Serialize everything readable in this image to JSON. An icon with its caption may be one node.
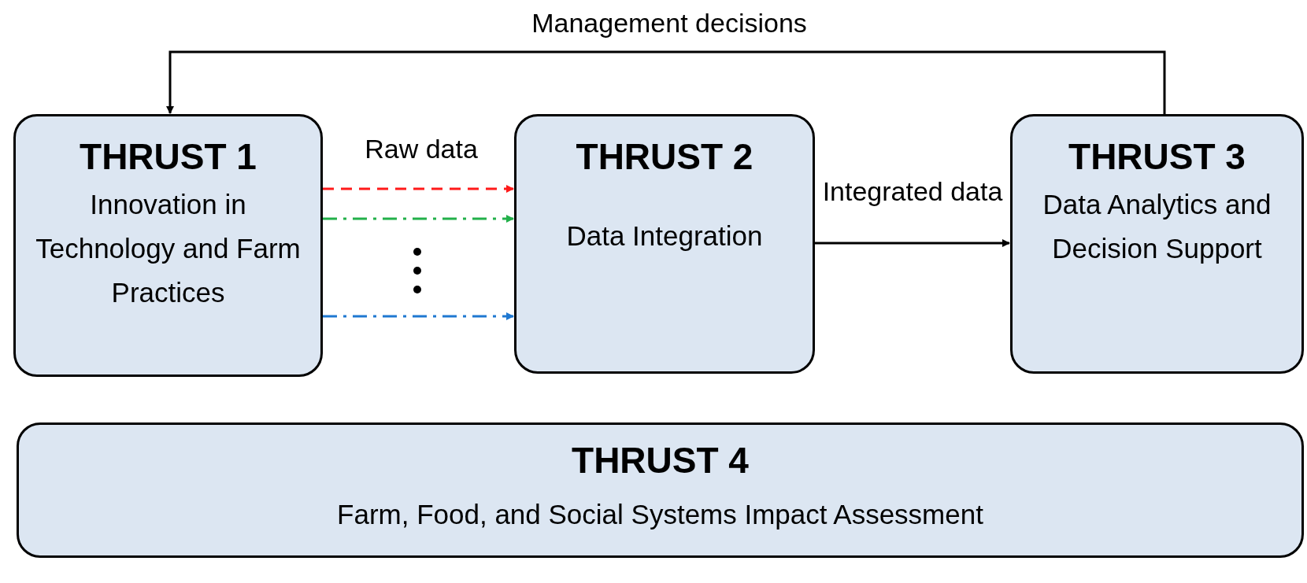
{
  "diagram": {
    "nodes": [
      {
        "text": [
          "THRUST 1",
          "Innovation in Technology and Farm Practices"
        ]
      },
      {
        "text": [
          "THRUST 2",
          "Data Integration"
        ]
      },
      {
        "text": [
          "THRUST 3",
          "Data Analytics and Decision Support"
        ]
      },
      {
        "text": [
          "THRUST 4",
          "Farm, Food, and Social Systems Impact Assessment"
        ]
      }
    ],
    "edges": [
      {
        "from": 2,
        "to": 0,
        "arrow": "to",
        "label": "Management decisions"
      },
      {
        "from": 0,
        "to": 1,
        "arrow": "to",
        "label": "Raw data",
        "style": "dashed",
        "color": "#ff1a1a"
      },
      {
        "from": 0,
        "to": 1,
        "arrow": "to",
        "style": "dashed",
        "color": "#22b04a"
      },
      {
        "from": 0,
        "to": 1,
        "arrow": "to",
        "style": "dashed",
        "color": "#1f78d1"
      },
      {
        "from": 1,
        "to": 2,
        "arrow": "to",
        "label": "Integrated data"
      }
    ]
  }
}
